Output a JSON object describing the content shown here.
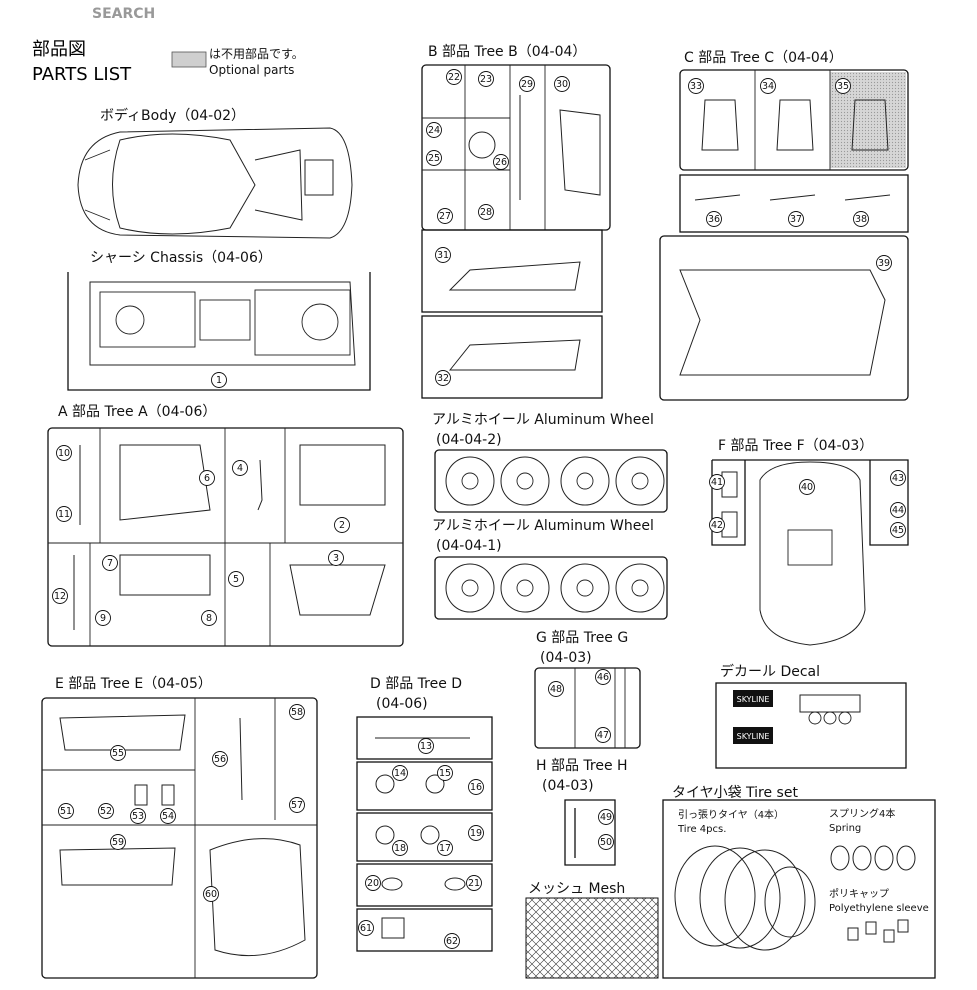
{
  "watermark": "SEARCH",
  "header": {
    "title_jp": "部品図",
    "title_en": "PARTS LIST"
  },
  "legend": {
    "line1": "は不用部品です。",
    "line2": "Optional parts"
  },
  "sections": {
    "body": "ボディBody（04-02）",
    "chassis": "シャーシ Chassis（04-06）",
    "tree_a": "A 部品 Tree A（04-06）",
    "tree_b": "B 部品 Tree B（04-04）",
    "tree_c": "C 部品 Tree C（04-04）",
    "wheel_1_title": "アルミホイール Aluminum Wheel",
    "wheel_1_code": "(04-04-2)",
    "wheel_2_title": "アルミホイール Aluminum Wheel",
    "wheel_2_code": "(04-04-1)",
    "tree_f": "F 部品 Tree F（04-03）",
    "tree_e": "E 部品 Tree E（04-05）",
    "tree_d": "D 部品 Tree D",
    "tree_d_code": "(04-06)",
    "tree_g": "G 部品 Tree G",
    "tree_g_code": "(04-03)",
    "tree_h": "H 部品 Tree H",
    "tree_h_code": "(04-03)",
    "decal": "デカール Decal",
    "mesh": "メッシュ Mesh",
    "tire_set": "タイヤ小袋 Tire set"
  },
  "tire_set": {
    "tire_jp": "引っ張りタイヤ（4本）",
    "tire_en": "Tire 4pcs.",
    "spring_jp": "スプリング4本",
    "spring_en": "Spring",
    "sleeve_jp": "ポリキャップ",
    "sleeve_en": "Polyethylene sleeve"
  },
  "decal_text": {
    "brand1": "SKYLINE",
    "brand2": "SKYLINE"
  },
  "part_numbers": [
    "1",
    "2",
    "3",
    "4",
    "5",
    "6",
    "7",
    "8",
    "9",
    "10",
    "11",
    "12",
    "13",
    "14",
    "15",
    "16",
    "17",
    "18",
    "19",
    "20",
    "21",
    "22",
    "23",
    "24",
    "25",
    "26",
    "27",
    "28",
    "29",
    "30",
    "31",
    "32",
    "33",
    "34",
    "35",
    "36",
    "37",
    "38",
    "39",
    "40",
    "41",
    "42",
    "43",
    "44",
    "45",
    "46",
    "47",
    "48",
    "49",
    "50",
    "51",
    "52",
    "53",
    "54",
    "55",
    "56",
    "57",
    "58",
    "59",
    "60",
    "61",
    "62"
  ],
  "colors": {
    "line": "#111111",
    "optional_fill": "#cfcfcf"
  }
}
